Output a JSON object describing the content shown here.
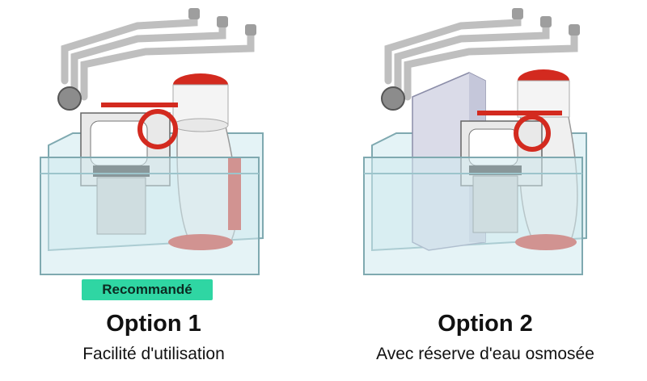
{
  "options": [
    {
      "badge": "Recommandé",
      "title": "Option 1",
      "subtitle": "Facilité d'utilisation",
      "illustration": "sump-filter-with-skimmer-and-roller-mat"
    },
    {
      "title": "Option 2",
      "subtitle": "Avec réserve d'eau osmosée",
      "illustration": "sump-filter-with-ro-reservoir-skimmer-and-roller-mat"
    }
  ],
  "colors": {
    "badge": "#2fd6a3",
    "accent_red": "#d32a1f",
    "glass": "#cfe9ee",
    "pipe": "#d9d9d9"
  }
}
